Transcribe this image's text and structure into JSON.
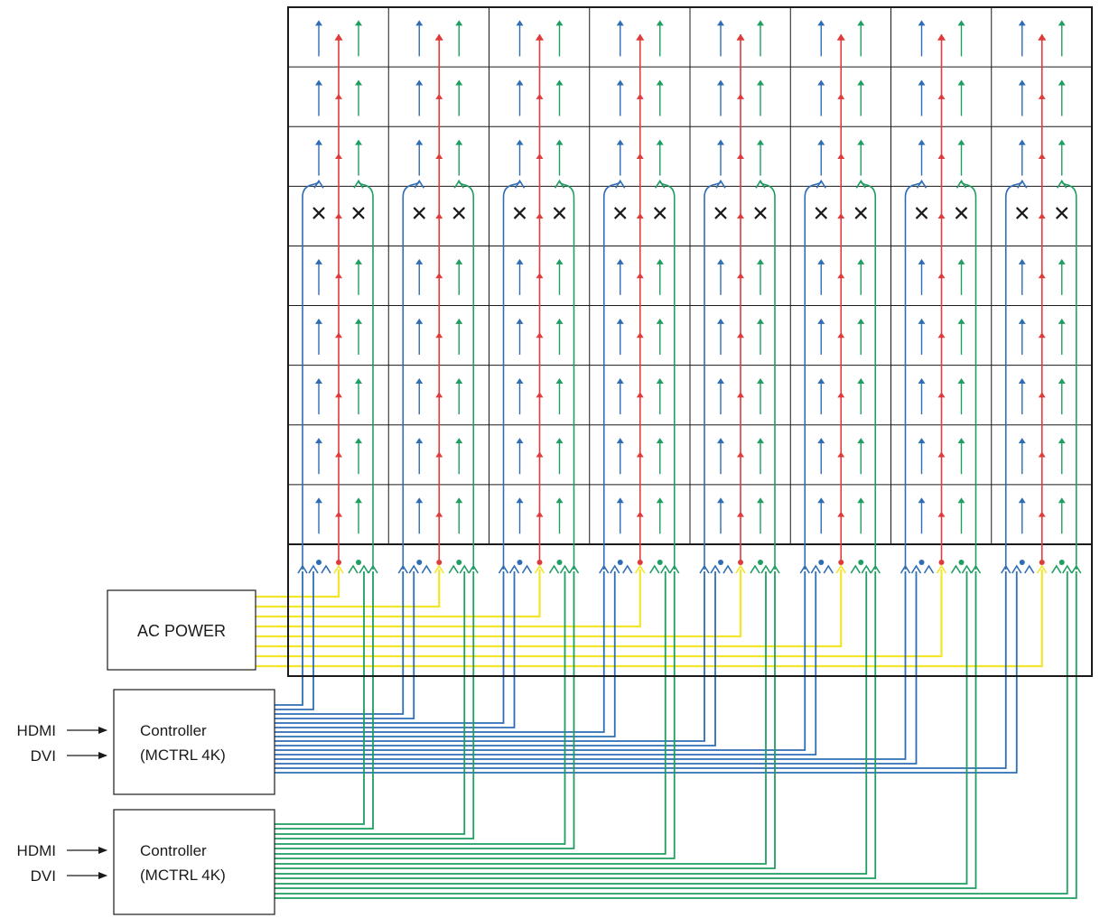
{
  "ac_power": {
    "label": "AC POWER"
  },
  "controllers": [
    {
      "title": "Controller",
      "model": "(MCTRL 4K)",
      "inputs": [
        "HDMI",
        "DVI"
      ]
    },
    {
      "title": "Controller",
      "model": "(MCTRL 4K)",
      "inputs": [
        "HDMI",
        "DVI"
      ]
    }
  ],
  "wall": {
    "columns": 8,
    "rows": 9,
    "failed_row": 5
  },
  "colors": {
    "primary_signal": "#2e6db4",
    "backup_signal": "#1f9e62",
    "power_chain": "#e03b3b",
    "ac_feed": "#f2e52a",
    "grid": "#1a1a1a",
    "fault_mark": "#1a1a1a"
  },
  "icons": {
    "fault": "cross-icon",
    "flow": "arrow-up-icon",
    "input": "arrow-right-icon"
  }
}
